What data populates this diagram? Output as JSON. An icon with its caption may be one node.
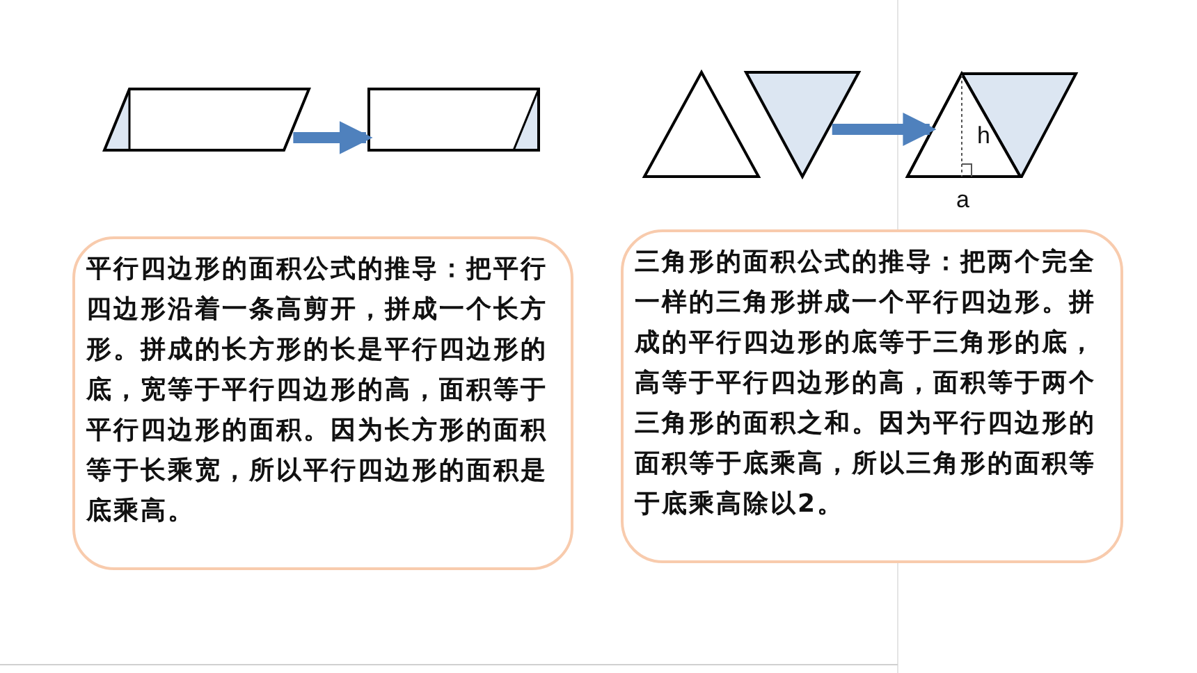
{
  "diagram": {
    "nodes": [
      {
        "text": [],
        "shape": "parallelogram"
      },
      {
        "text": [],
        "shape": "box"
      },
      {
        "text": [],
        "shape": "triangle"
      },
      {
        "text": [],
        "shape": "triangle"
      },
      {
        "text": [],
        "shape": "parallelogram"
      },
      {
        "text": [
          "平行四边形的面积公式的推导：把平行四边形沿着一条高剪开，拼成一个长方形。拼成的长方形的长是平行四边形的底，宽等于平行四边形的高，面积等于平行四边形的面积。因为长方形的面积等于长乘宽，所以平行四边形的面积是底乘高。"
        ]
      },
      {
        "text": [
          "三角形的面积公式的推导：把两个完全一样的三角形拼成一个平行四边形。拼成的平行四边形的底等于三角形的底，高等于平行四边形的高，面积等于两个三角形的面积之和。因为平行四边形的面积等于底乘高，所以三角形的面积等于底乘高除以2。"
        ]
      }
    ],
    "edges": [
      {
        "from": 0,
        "to": 1,
        "arrow": "to"
      },
      {
        "from": 3,
        "to": 4,
        "arrow": "to"
      }
    ],
    "labels": [
      "h",
      "a"
    ]
  }
}
